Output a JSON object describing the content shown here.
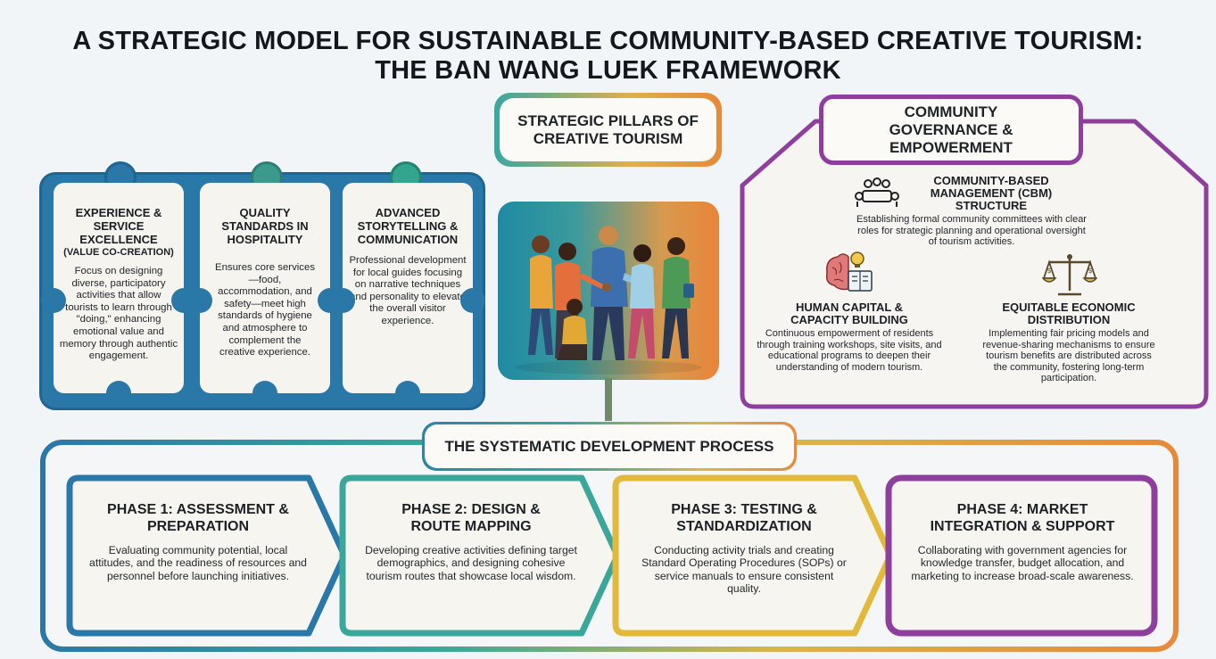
{
  "title": {
    "line1": "A STRATEGIC MODEL FOR SUSTAINABLE COMMUNITY-BASED CREATIVE TOURISM:",
    "line2": "THE BAN WANG LUEK FRAMEWORK"
  },
  "colors": {
    "blue": "#2a78a8",
    "teal": "#3aa79a",
    "yellow": "#e2b93a",
    "orange": "#e8893a",
    "purple": "#8e3f9e",
    "card": "#f6f4ee"
  },
  "center": {
    "label": "STRATEGIC PILLARS OF CREATIVE TOURISM"
  },
  "pillars": [
    {
      "title": "EXPERIENCE & SERVICE EXCELLENCE",
      "subtitle": "(VALUE CO-CREATION)",
      "body": "Focus on designing diverse, participatory activities that allow tourists to learn through \"doing,\" enhancing emotional value and memory through authentic engagement.",
      "dot_color": "#2a78a8"
    },
    {
      "title": "QUALITY STANDARDS IN HOSPITALITY",
      "subtitle": "",
      "body": "Ensures core services—food, accommodation, and safety—meet high standards of hygiene and atmosphere to complement the creative experience.",
      "dot_color": "#3b9a8c"
    },
    {
      "title": "ADVANCED STORYTELLING & COMMUNICATION",
      "subtitle": "",
      "body": "Professional development for local guides focusing on narrative techniques and personality to elevate the overall visitor experience.",
      "dot_color": "#33a58e"
    }
  ],
  "governance": {
    "heading": "COMMUNITY GOVERNANCE & EMPOWERMENT",
    "cbm": {
      "title": "COMMUNITY-BASED MANAGEMENT (CBM) STRUCTURE",
      "body": "Establishing formal community committees with clear roles for strategic planning and operational oversight of tourism activities.",
      "icon": "meeting-table-icon"
    },
    "human": {
      "title": "HUMAN CAPITAL & CAPACITY BUILDING",
      "body": "Continuous empowerment of residents through training workshops, site visits, and educational programs to deepen their understanding of modern tourism.",
      "icon": "brain-lightbulb-book-icon"
    },
    "equity": {
      "title": "EQUITABLE ECONOMIC DISTRIBUTION",
      "body": "Implementing fair pricing models and revenue-sharing mechanisms to ensure tourism benefits are distributed across the community, fostering long-term participation.",
      "icon": "balance-scale-icon"
    }
  },
  "process": {
    "heading": "THE SYSTEMATIC DEVELOPMENT PROCESS",
    "phases": [
      {
        "title": "PHASE 1: ASSESSMENT & PREPARATION",
        "body": "Evaluating community potential, local attitudes, and the readiness of resources and personnel before launching initiatives.",
        "color": "#2a78a8"
      },
      {
        "title": "PHASE 2: DESIGN & ROUTE MAPPING",
        "body": "Developing creative activities defining target demographics, and designing cohesive tourism routes that showcase local wisdom.",
        "color": "#3aa79a"
      },
      {
        "title": "PHASE 3: TESTING & STANDARDIZATION",
        "body": "Conducting activity trials and creating Standard Operating Procedures (SOPs) or service manuals to ensure consistent quality.",
        "color": "#e2b93a"
      },
      {
        "title": "PHASE 4: MARKET INTEGRATION & SUPPORT",
        "body": "Collaborating with government agencies for knowledge transfer, budget allocation, and marketing to increase broad-scale awareness.",
        "color": "#8e3f9e"
      }
    ]
  }
}
